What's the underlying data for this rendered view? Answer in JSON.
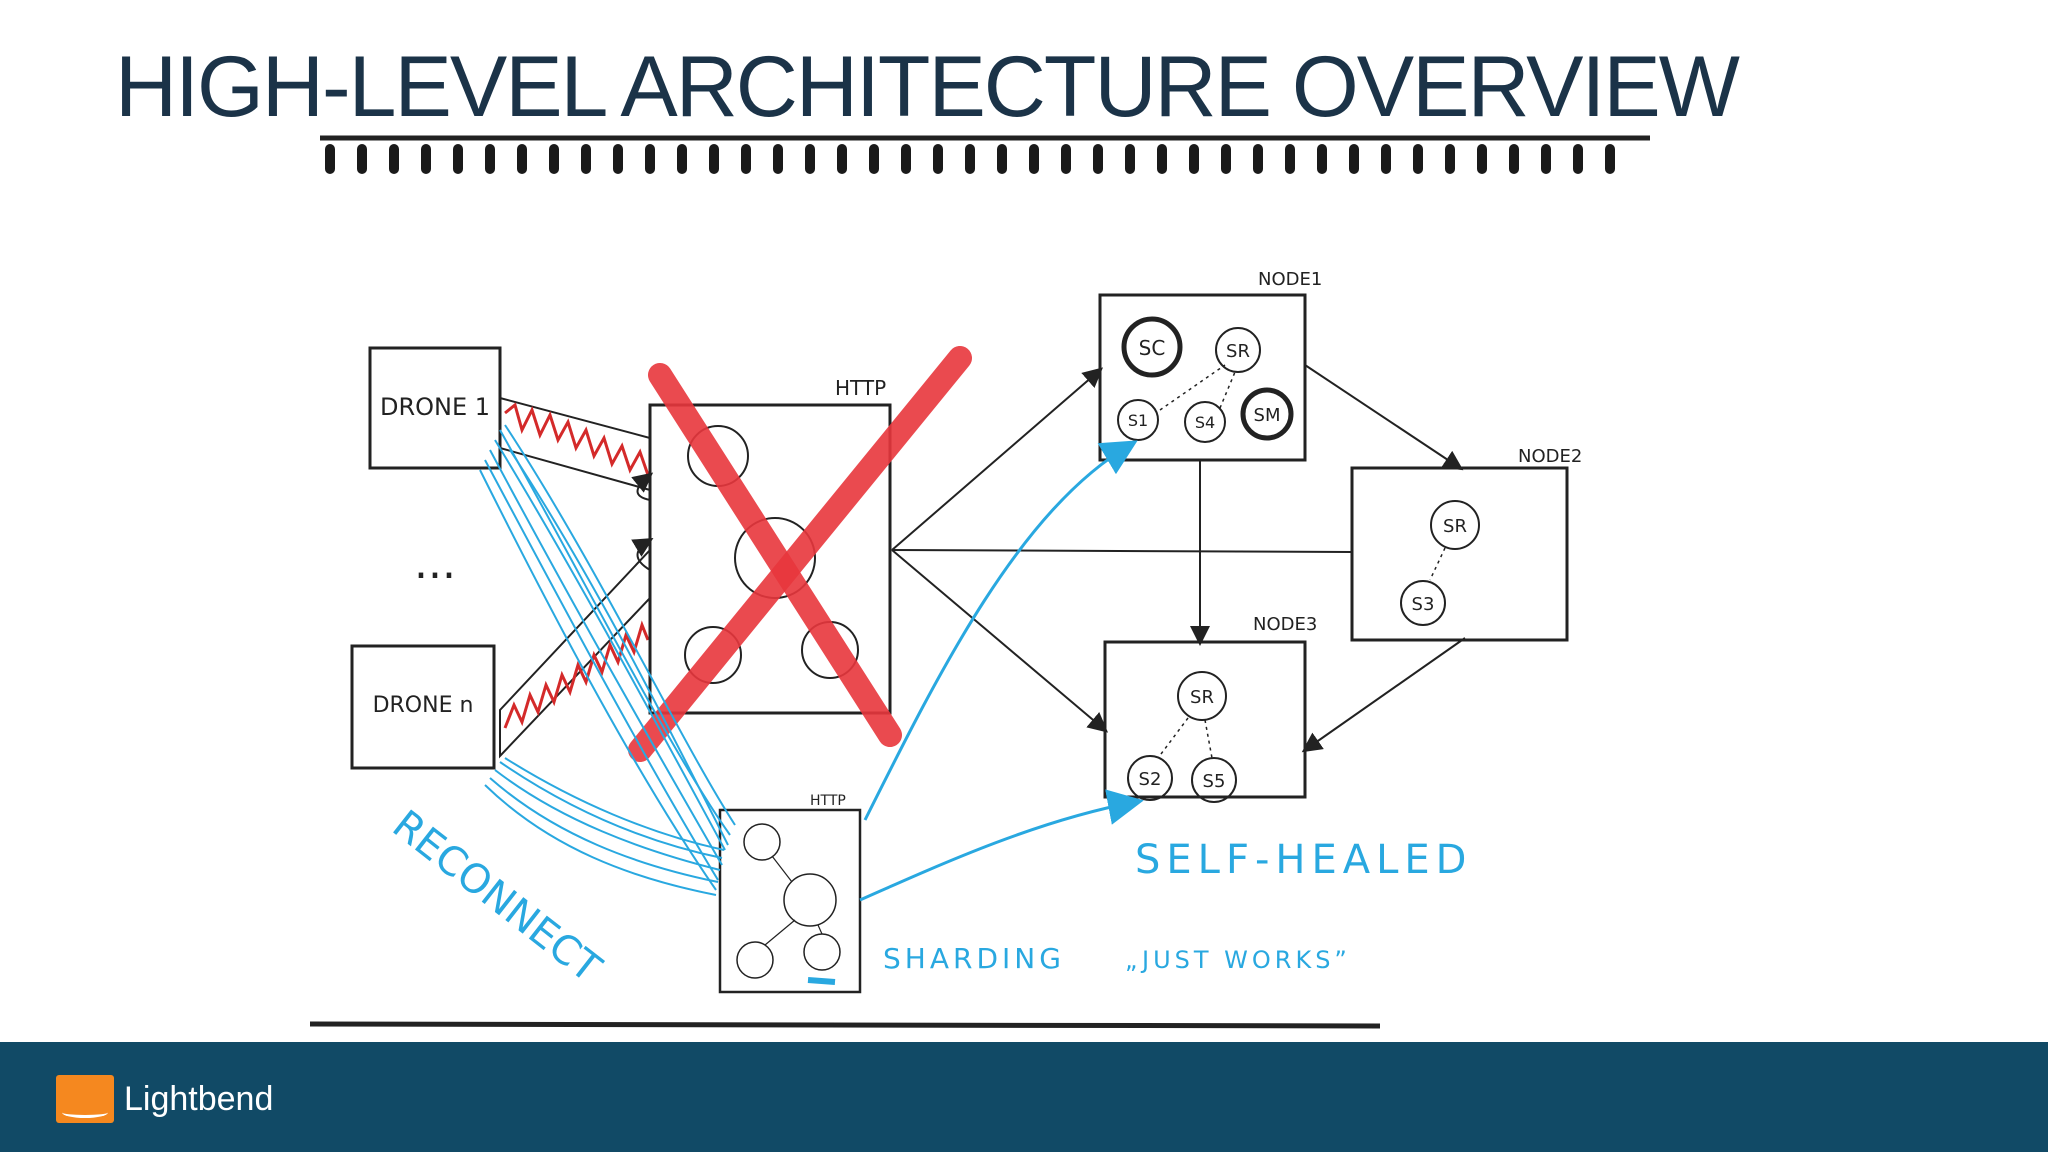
{
  "slide": {
    "title": "HIGH-LEVEL ARCHITECTURE OVERVIEW"
  },
  "diagram": {
    "drone_first": "DRONE 1",
    "drone_last": "DRONE n",
    "ellipsis": "...",
    "http_old_label": "HTTP",
    "http_new_label": "HTTP",
    "node1_label": "NODE1",
    "node2_label": "NODE2",
    "node3_label": "NODE3",
    "node1_circles": [
      "SC",
      "SR",
      "S1",
      "S4",
      "SM"
    ],
    "node2_circles": [
      "SR",
      "S3"
    ],
    "node3_circles": [
      "SR",
      "S2",
      "S5"
    ],
    "annotation_reconnect": "RECONNECT",
    "annotation_self_healed": "SELF-HEALED",
    "annotation_sharding": "SHARDING",
    "annotation_just_works": "„JUST WORKS”",
    "colors": {
      "ink": "#222222",
      "cross": "#e8373d",
      "annotation_blue": "#29a8e0",
      "signal_red": "#d42a2a"
    }
  },
  "footer": {
    "brand": "Lightbend",
    "brand_color": "#f5881f",
    "bar_color": "#114a66"
  }
}
